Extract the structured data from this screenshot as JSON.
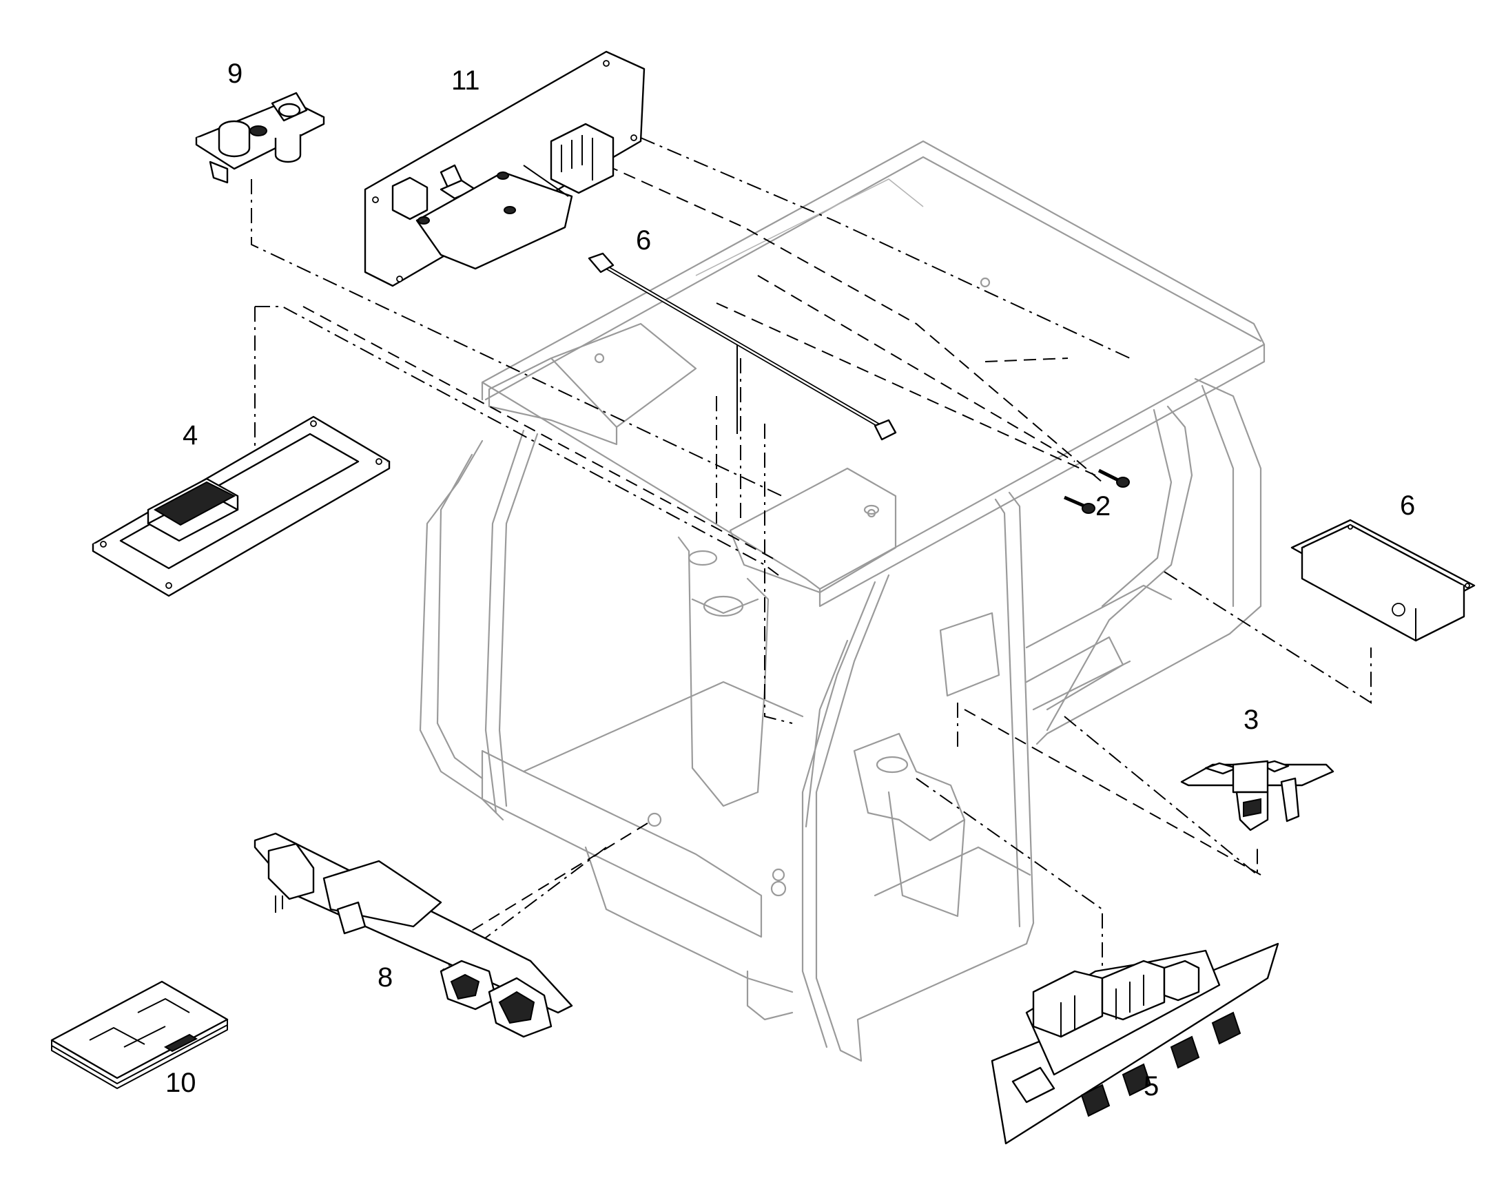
{
  "callouts": {
    "c2": "2",
    "c3": "3",
    "c4": "4",
    "c5": "5",
    "c6a": "6",
    "c6b": "6",
    "c8": "8",
    "c9": "9",
    "c10": "10",
    "c11": "11"
  },
  "colors": {
    "cab_stroke": "#9a9a9a",
    "part_stroke": "#000000",
    "background": "#ffffff"
  }
}
